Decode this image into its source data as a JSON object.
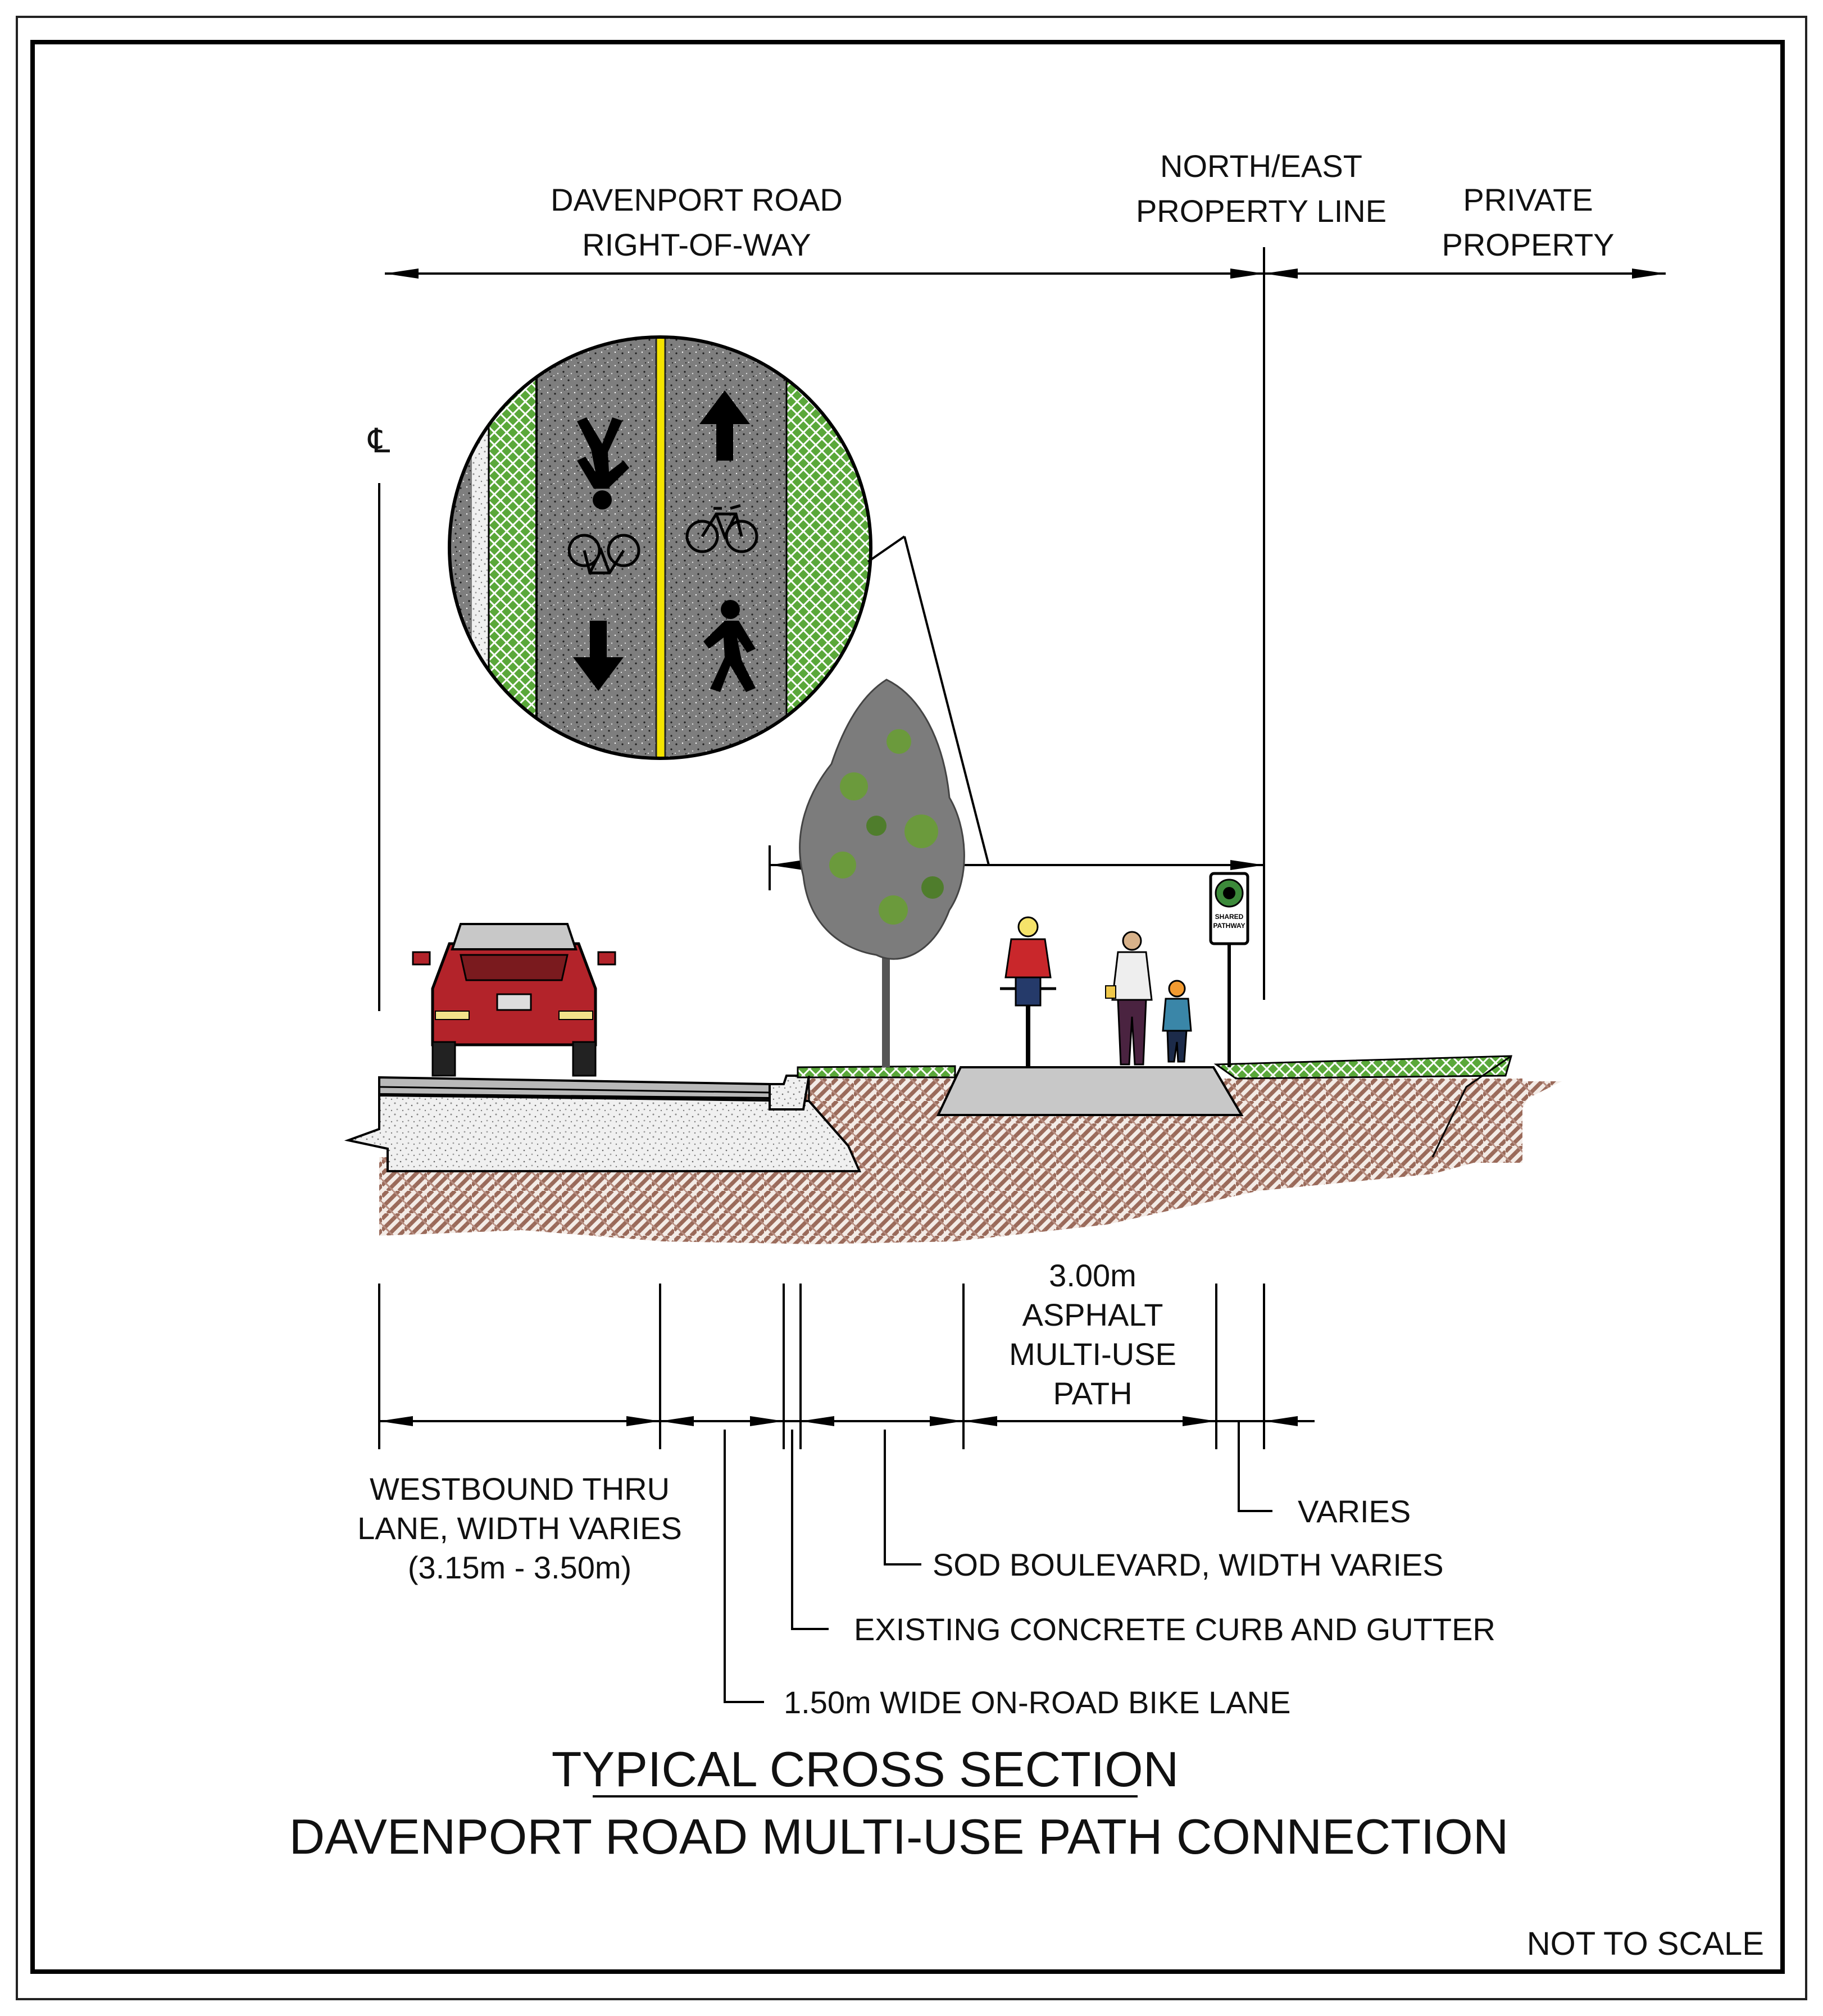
{
  "labels": {
    "row_name": "DAVENPORT ROAD",
    "row_sub": "RIGHT-OF-WAY",
    "property_line_1": "NORTH/EAST",
    "property_line_2": "PROPERTY LINE",
    "private_1": "PRIVATE",
    "private_2": "PROPERTY",
    "centerline_symbol": "℄",
    "path_width": "3.00m",
    "path_type_1": "ASPHALT",
    "path_type_2": "MULTI-USE",
    "path_type_3": "PATH",
    "lane_1": "WESTBOUND THRU",
    "lane_2": "LANE, WIDTH VARIES",
    "lane_3": "(3.15m - 3.50m)",
    "varies": "VARIES",
    "sod": "SOD BOULEVARD, WIDTH VARIES",
    "curb": "EXISTING CONCRETE CURB AND GUTTER",
    "bike_lane": "1.50m WIDE ON-ROAD BIKE LANE",
    "sign_1": "SHARED",
    "sign_2": "PATHWAY"
  },
  "title": {
    "line1": "TYPICAL CROSS SECTION",
    "line2": "DAVENPORT ROAD MULTI-USE PATH CONNECTION"
  },
  "scale_note": "NOT TO SCALE",
  "colors": {
    "asphalt": "#7d7d7d",
    "grass": "#5aa83a",
    "yellow_line": "#f5e400",
    "soil": "#a5786a",
    "gravel": "#e2e2e2",
    "car": "#b3232a",
    "tree": "#6b9a3c"
  },
  "icons": [
    "centerline-icon",
    "arrow-up-icon",
    "arrow-down-icon",
    "bicycle-icon",
    "pedestrian-icon",
    "shared-pathway-sign-icon"
  ]
}
